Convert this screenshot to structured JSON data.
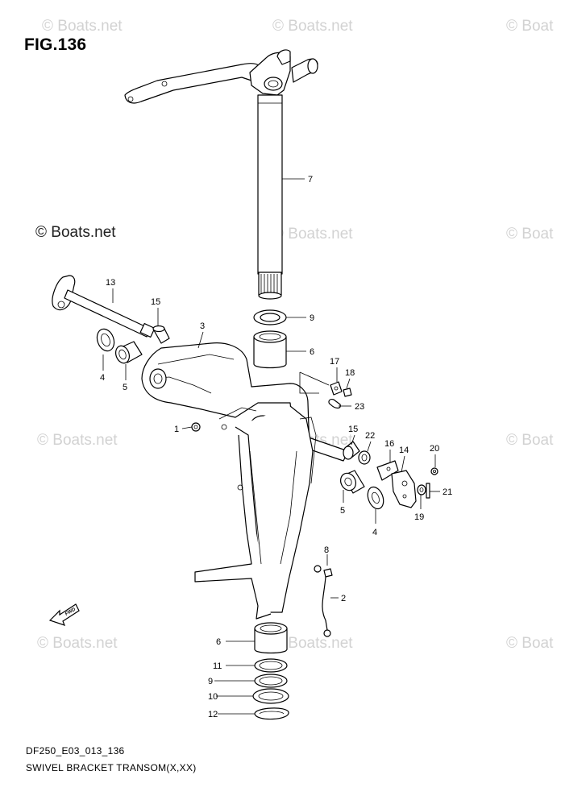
{
  "figure": {
    "title": "FIG.136",
    "code": "DF250_E03_013_136",
    "caption": "SWIVEL BRACKET TRANSOM(X,XX)"
  },
  "watermark": {
    "text": "© Boats.net",
    "text_cut": "© Boat"
  },
  "fwd_label": "FWD",
  "callouts": [
    {
      "id": "c7",
      "label": "7"
    },
    {
      "id": "c9a",
      "label": "9"
    },
    {
      "id": "c6a",
      "label": "6"
    },
    {
      "id": "c13",
      "label": "13"
    },
    {
      "id": "c15a",
      "label": "15"
    },
    {
      "id": "c3",
      "label": "3"
    },
    {
      "id": "c4a",
      "label": "4"
    },
    {
      "id": "c5a",
      "label": "5"
    },
    {
      "id": "c17",
      "label": "17"
    },
    {
      "id": "c18",
      "label": "18"
    },
    {
      "id": "c23",
      "label": "23"
    },
    {
      "id": "c1",
      "label": "1"
    },
    {
      "id": "c15b",
      "label": "15"
    },
    {
      "id": "c22",
      "label": "22"
    },
    {
      "id": "c16",
      "label": "16"
    },
    {
      "id": "c14",
      "label": "14"
    },
    {
      "id": "c20",
      "label": "20"
    },
    {
      "id": "c21",
      "label": "21"
    },
    {
      "id": "c19",
      "label": "19"
    },
    {
      "id": "c5b",
      "label": "5"
    },
    {
      "id": "c4b",
      "label": "4"
    },
    {
      "id": "c8",
      "label": "8"
    },
    {
      "id": "c2",
      "label": "2"
    },
    {
      "id": "c6b",
      "label": "6"
    },
    {
      "id": "c11",
      "label": "11"
    },
    {
      "id": "c9b",
      "label": "9"
    },
    {
      "id": "c10",
      "label": "10"
    },
    {
      "id": "c12",
      "label": "12"
    }
  ]
}
